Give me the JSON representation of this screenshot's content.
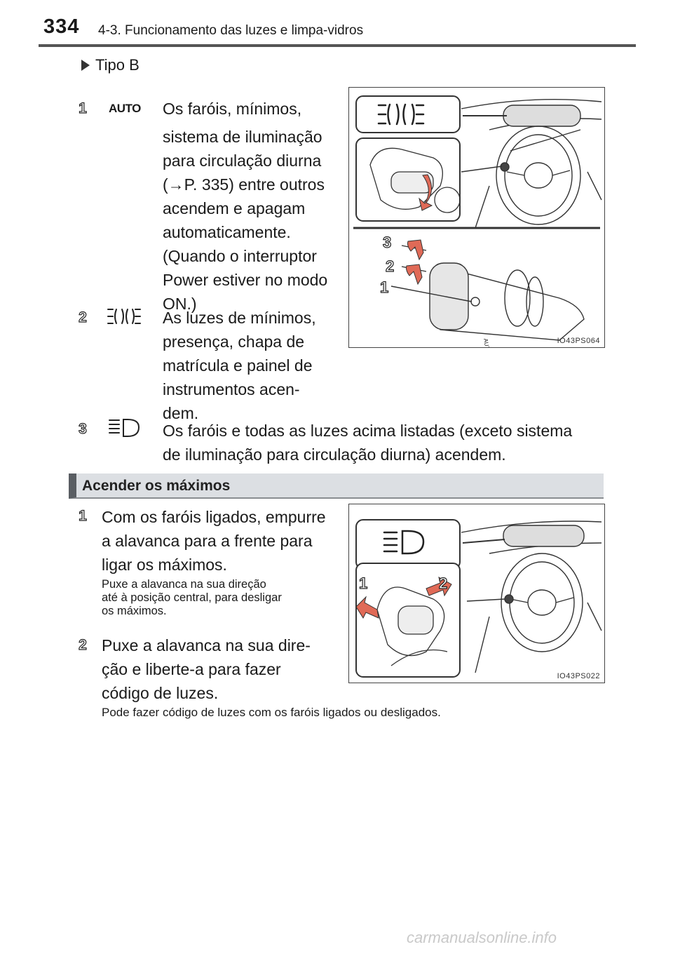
{
  "header": {
    "page_number": "334",
    "section": "4-3. Funcionamento das luzes e limpa-vidros"
  },
  "tipo": {
    "label": "Tipo B"
  },
  "type_b_items": [
    {
      "number": "1",
      "symbol": "AUTO",
      "lines": [
        "Os faróis, mínimos,",
        "sistema de iluminação",
        "para circulação diurna",
        "(→P. 335) entre outros",
        "acendem e apagam",
        "automaticamente.",
        "(Quando o interruptor",
        "Power estiver no modo",
        "ON.)"
      ]
    },
    {
      "number": "2",
      "symbol": "parking-lights-icon",
      "lines": [
        "As luzes de mínimos,",
        "presença, chapa de",
        "matrícula e painel de",
        "instrumentos acen-",
        "dem."
      ]
    },
    {
      "number": "3",
      "symbol": "headlight-icon",
      "lines": [
        "Os faróis e todas as luzes acima listadas (exceto sistema",
        "de iluminação para circulação diurna) acendem."
      ]
    }
  ],
  "figure1": {
    "code": "IO43PS064",
    "labels": [
      "3",
      "2",
      "1"
    ],
    "switch_label": "AUTO"
  },
  "section": {
    "title": "Acender os máximos"
  },
  "high_beam_items": [
    {
      "number": "1",
      "lines": [
        "Com os faróis ligados, empurre",
        "a alavanca para a frente para",
        "ligar os máximos."
      ],
      "note_lines": [
        "Puxe a alavanca na sua direção",
        "até à posição central, para desligar",
        "os máximos."
      ]
    },
    {
      "number": "2",
      "lines": [
        "Puxe a alavanca na sua dire-",
        "ção e liberte-a para fazer",
        "código de luzes."
      ],
      "note_lines": [
        "Pode fazer código de luzes com os faróis ligados ou desligados."
      ]
    }
  ],
  "figure2": {
    "code": "IO43PS022",
    "labels": [
      "1",
      "2"
    ]
  },
  "watermark": "carmanualsonline.info"
}
